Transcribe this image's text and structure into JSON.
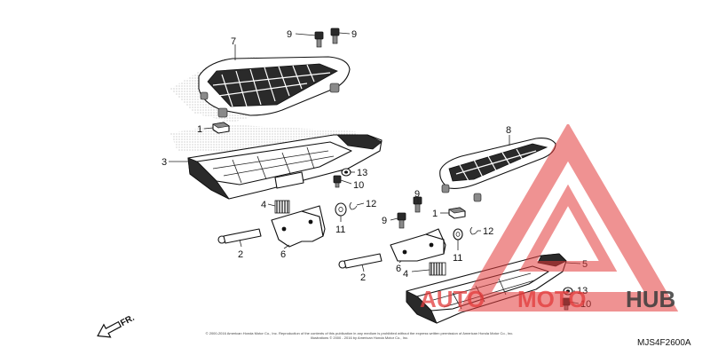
{
  "callouts": {
    "c1a": "1",
    "c1b": "1",
    "c2a": "2",
    "c2b": "2",
    "c3": "3",
    "c4a": "4",
    "c4b": "4",
    "c5": "5",
    "c6a": "6",
    "c6b": "6",
    "c7": "7",
    "c8": "8",
    "c9a": "9",
    "c9b": "9",
    "c9c": "9",
    "c9d": "9",
    "c10a": "10",
    "c10b": "10",
    "c11a": "11",
    "c11b": "11",
    "c12a": "12",
    "c12b": "12",
    "c13a": "13",
    "c13b": "13"
  },
  "direction_label": "FR.",
  "diagram_code": "MJS4F2600A",
  "copyright_text": "© 2000-2016 American Honda Motor Co., Inc. Reproduction of the contents of this publication in any medium is prohibited without the express written permission of American Honda Motor Co., Inc. Illustrations © 2000 - 2016 by American Honda Motor Co., Inc.",
  "watermark": {
    "word1": "AUTO",
    "word2": "MOTO",
    "word3": "HUB",
    "color_red": "#e23a3a",
    "color_dark": "#3b3b3b"
  },
  "colors": {
    "line": "#111111",
    "dots": "#9a9a9a"
  }
}
